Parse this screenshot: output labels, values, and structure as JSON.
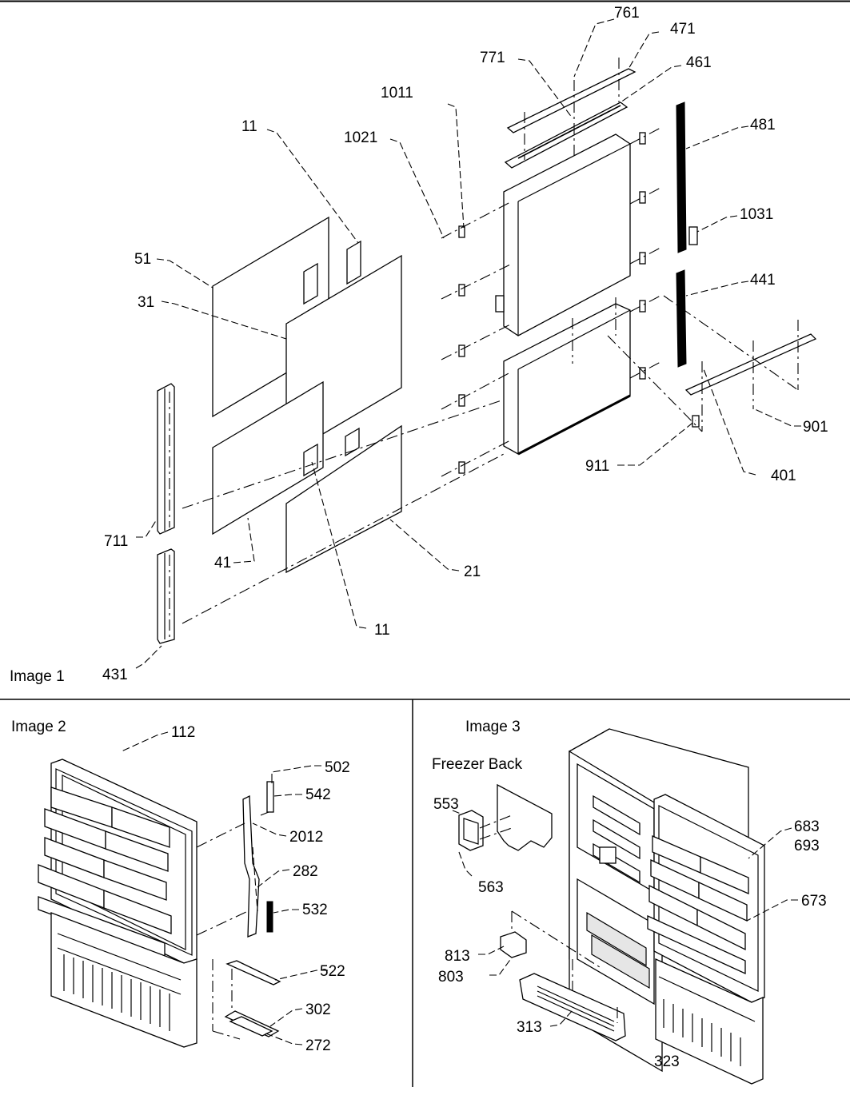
{
  "panels": [
    {
      "id": "image1",
      "title": "Image 1"
    },
    {
      "id": "image2",
      "title": "Image 2"
    },
    {
      "id": "image3",
      "title": "Image 3",
      "subtitle": "Freezer Back"
    }
  ],
  "callouts": {
    "image1": [
      "761",
      "471",
      "771",
      "461",
      "1011",
      "11",
      "481",
      "1021",
      "1031",
      "51",
      "441",
      "31",
      "901",
      "911",
      "401",
      "711",
      "41",
      "21",
      "11",
      "431"
    ],
    "image2": [
      "112",
      "502",
      "542",
      "2012",
      "282",
      "532",
      "522",
      "302",
      "272"
    ],
    "image3": [
      "553",
      "683",
      "693",
      "563",
      "673",
      "813",
      "803",
      "313",
      "323"
    ]
  }
}
